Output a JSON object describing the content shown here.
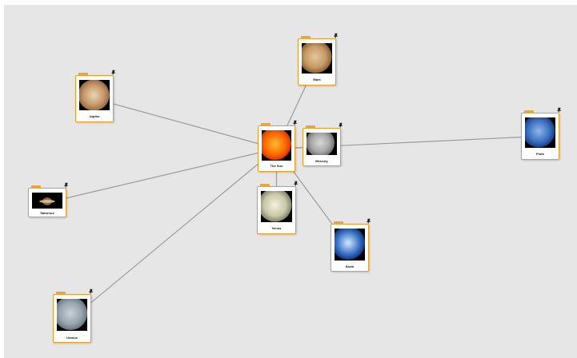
{
  "diagram": {
    "center": "sun",
    "nodes": [
      {
        "id": "sun",
        "label": "The Sun",
        "image": "sun-photo",
        "colors": [
          "#ffbb33",
          "#ff6a00",
          "#d83a00"
        ]
      },
      {
        "id": "mars",
        "label": "Mars",
        "image": "mars-photo",
        "colors": [
          "#e3c79a",
          "#c59a65",
          "#8a6238"
        ]
      },
      {
        "id": "jupiter",
        "label": "Jupiter",
        "image": "jupiter-photo",
        "colors": [
          "#e8d7b8",
          "#c89a6b",
          "#9b6c47"
        ]
      },
      {
        "id": "mercury",
        "label": "Mercury",
        "image": "mercury-photo",
        "colors": [
          "#d8d8d8",
          "#a7a7a7",
          "#6f6f6f"
        ]
      },
      {
        "id": "pluto",
        "label": "Pluto",
        "image": "pluto-photo",
        "colors": [
          "#8fb6ea",
          "#3d72c2",
          "#1d3f82"
        ]
      },
      {
        "id": "saturn",
        "label": "Saturnus",
        "image": "saturn-photo",
        "colors": [
          "#ead8b2",
          "#b99562",
          "#6f5a3a"
        ]
      },
      {
        "id": "venus",
        "label": "Venus",
        "image": "venus-photo",
        "colors": [
          "#f2f1df",
          "#c9c8a8",
          "#85856a"
        ]
      },
      {
        "id": "earth",
        "label": "Earth",
        "image": "earth-photo",
        "colors": [
          "#d6e8ff",
          "#3f78c8",
          "#153a80"
        ]
      },
      {
        "id": "uranus",
        "label": "Uranus",
        "image": "uranus-photo",
        "colors": [
          "#c6d1d6",
          "#98a6ad",
          "#6b7880"
        ]
      }
    ],
    "edges": [
      [
        "sun",
        "mars"
      ],
      [
        "sun",
        "jupiter"
      ],
      [
        "sun",
        "mercury"
      ],
      [
        "sun",
        "pluto"
      ],
      [
        "sun",
        "saturn"
      ],
      [
        "sun",
        "venus"
      ],
      [
        "sun",
        "earth"
      ],
      [
        "sun",
        "uranus"
      ]
    ],
    "colors": {
      "canvas": "#e6e6e6",
      "card_border": "#e0a030",
      "tab": "#e9a63a",
      "edge": "#9b9b9b"
    }
  }
}
